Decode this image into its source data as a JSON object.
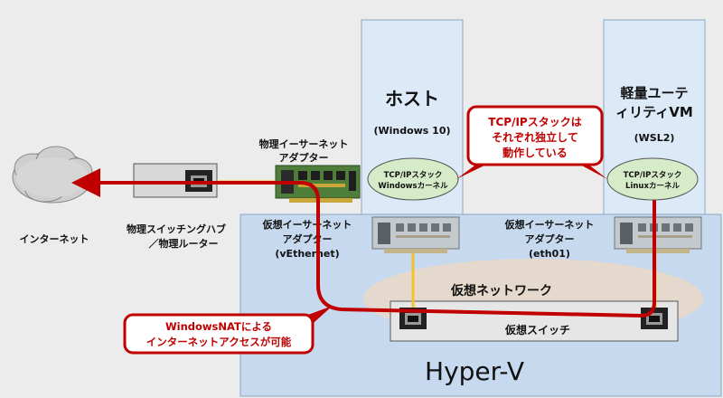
{
  "colors": {
    "background": "#ececec",
    "hyperv_fill": "#c6d9ee",
    "red": "#c00000",
    "network_ellipse": "#e8d7c8",
    "pane_fill": "#dce9f7"
  },
  "labels": {
    "internet": "インターネット",
    "hub_line1": "物理スイッチングハブ",
    "hub_line2": "／物理ルーター",
    "phys_nic_line1": "物理イーサーネット",
    "phys_nic_line2": "アダプター",
    "vnic_left_line1": "仮想イーサーネット",
    "vnic_left_line2": "アダプター",
    "vnic_left_line3": "(vEthernet)",
    "vnic_right_line1": "仮想イーサーネット",
    "vnic_right_line2": "アダプター",
    "vnic_right_line3": "(eth01)",
    "host_title": "ホスト",
    "host_sub": "(Windows 10)",
    "host_stack_line1": "TCP/IPスタック",
    "host_stack_line2": "Windowsカーネル",
    "vm_title_line1": "軽量ユーテ",
    "vm_title_line2": "ィリティVM",
    "vm_sub": "(WSL2)",
    "vm_stack_line1": "TCP/IPスタック",
    "vm_stack_line2": "Linuxカーネル",
    "callout_tcp_line1": "TCP/IPスタックは",
    "callout_tcp_line2": "それぞれ独立して",
    "callout_tcp_line3": "動作している",
    "callout_nat_line1": "WindowsNATによる",
    "callout_nat_line2": "インターネットアクセスが可能",
    "virtual_network": "仮想ネットワーク",
    "virtual_switch": "仮想スイッチ",
    "hyperv": "Hyper-V"
  }
}
